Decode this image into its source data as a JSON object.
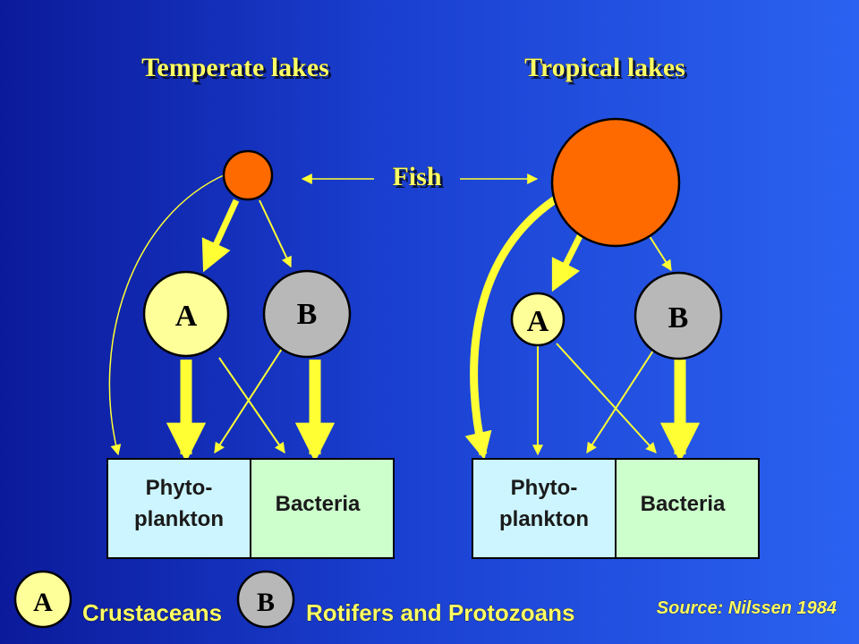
{
  "titles": {
    "temperate": "Temperate lakes",
    "tropical": "Tropical lakes"
  },
  "fish_label": "Fish",
  "nodes": {
    "a_label": "A",
    "b_label": "B"
  },
  "boxes": {
    "phyto_line1": "Phyto-",
    "phyto_line2": "plankton",
    "bacteria": "Bacteria"
  },
  "legend": {
    "a_symbol": "A",
    "a_text": "Crustaceans",
    "b_symbol": "B",
    "b_text": "Rotifers and Protozoans"
  },
  "source": "Source: Nilssen 1984",
  "colors": {
    "fish": "#ff6a00",
    "crustaceans": "#ffff99",
    "rotifers": "#b8b8b8",
    "phytoplankton_box": "#ccf5ff",
    "bacteria_box": "#ccffcc",
    "arrow": "#ffff33",
    "title_text": "#ffff66"
  }
}
